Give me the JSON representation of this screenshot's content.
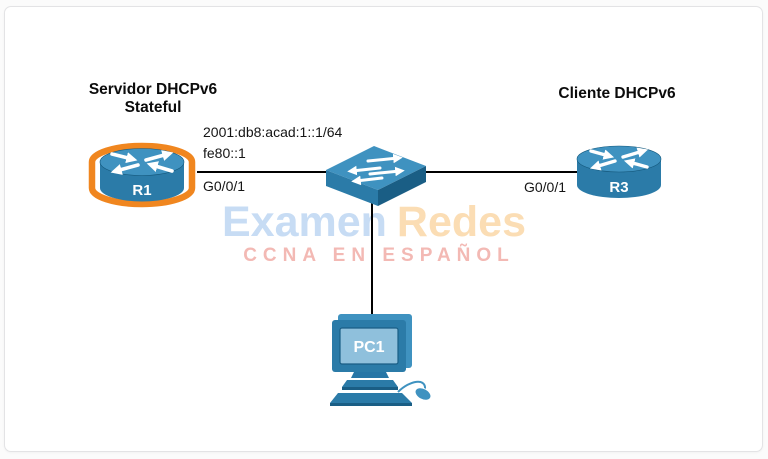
{
  "diagram": {
    "captions": {
      "left_line1": "Servidor DHCPv6",
      "left_line2": "Stateful",
      "right": "Cliente DHCPv6"
    },
    "devices": {
      "r1": {
        "label": "R1",
        "type": "router",
        "highlighted": true
      },
      "switch": {
        "type": "switch"
      },
      "r3": {
        "label": "R3",
        "type": "router",
        "highlighted": false
      },
      "pc1": {
        "label": "PC1",
        "type": "pc"
      }
    },
    "links": {
      "r1_to_switch": {
        "ipv6_address": "2001:db8:acad:1::1/64",
        "link_local_address": "fe80::1",
        "interface": "G0/0/1"
      },
      "switch_to_r3": {
        "interface": "G0/0/1"
      },
      "switch_to_pc1": {}
    }
  },
  "watermark": {
    "word1": "Examen",
    "word2": "Redes",
    "subtitle": "CCNA EN ESPAÑOL"
  },
  "colors": {
    "cisco_blue": "#2b7ba8",
    "cisco_blue_light": "#3f92c0",
    "cisco_blue_dark": "#1a5e85",
    "screen_blue": "#8fc0dc",
    "highlight_orange": "#f0861f",
    "link_line": "#000000",
    "watermark_blue": "#c7dcf4",
    "watermark_orange": "#fbddb4",
    "watermark_red": "#f3b9b4",
    "card_border": "#e3e3e5"
  }
}
